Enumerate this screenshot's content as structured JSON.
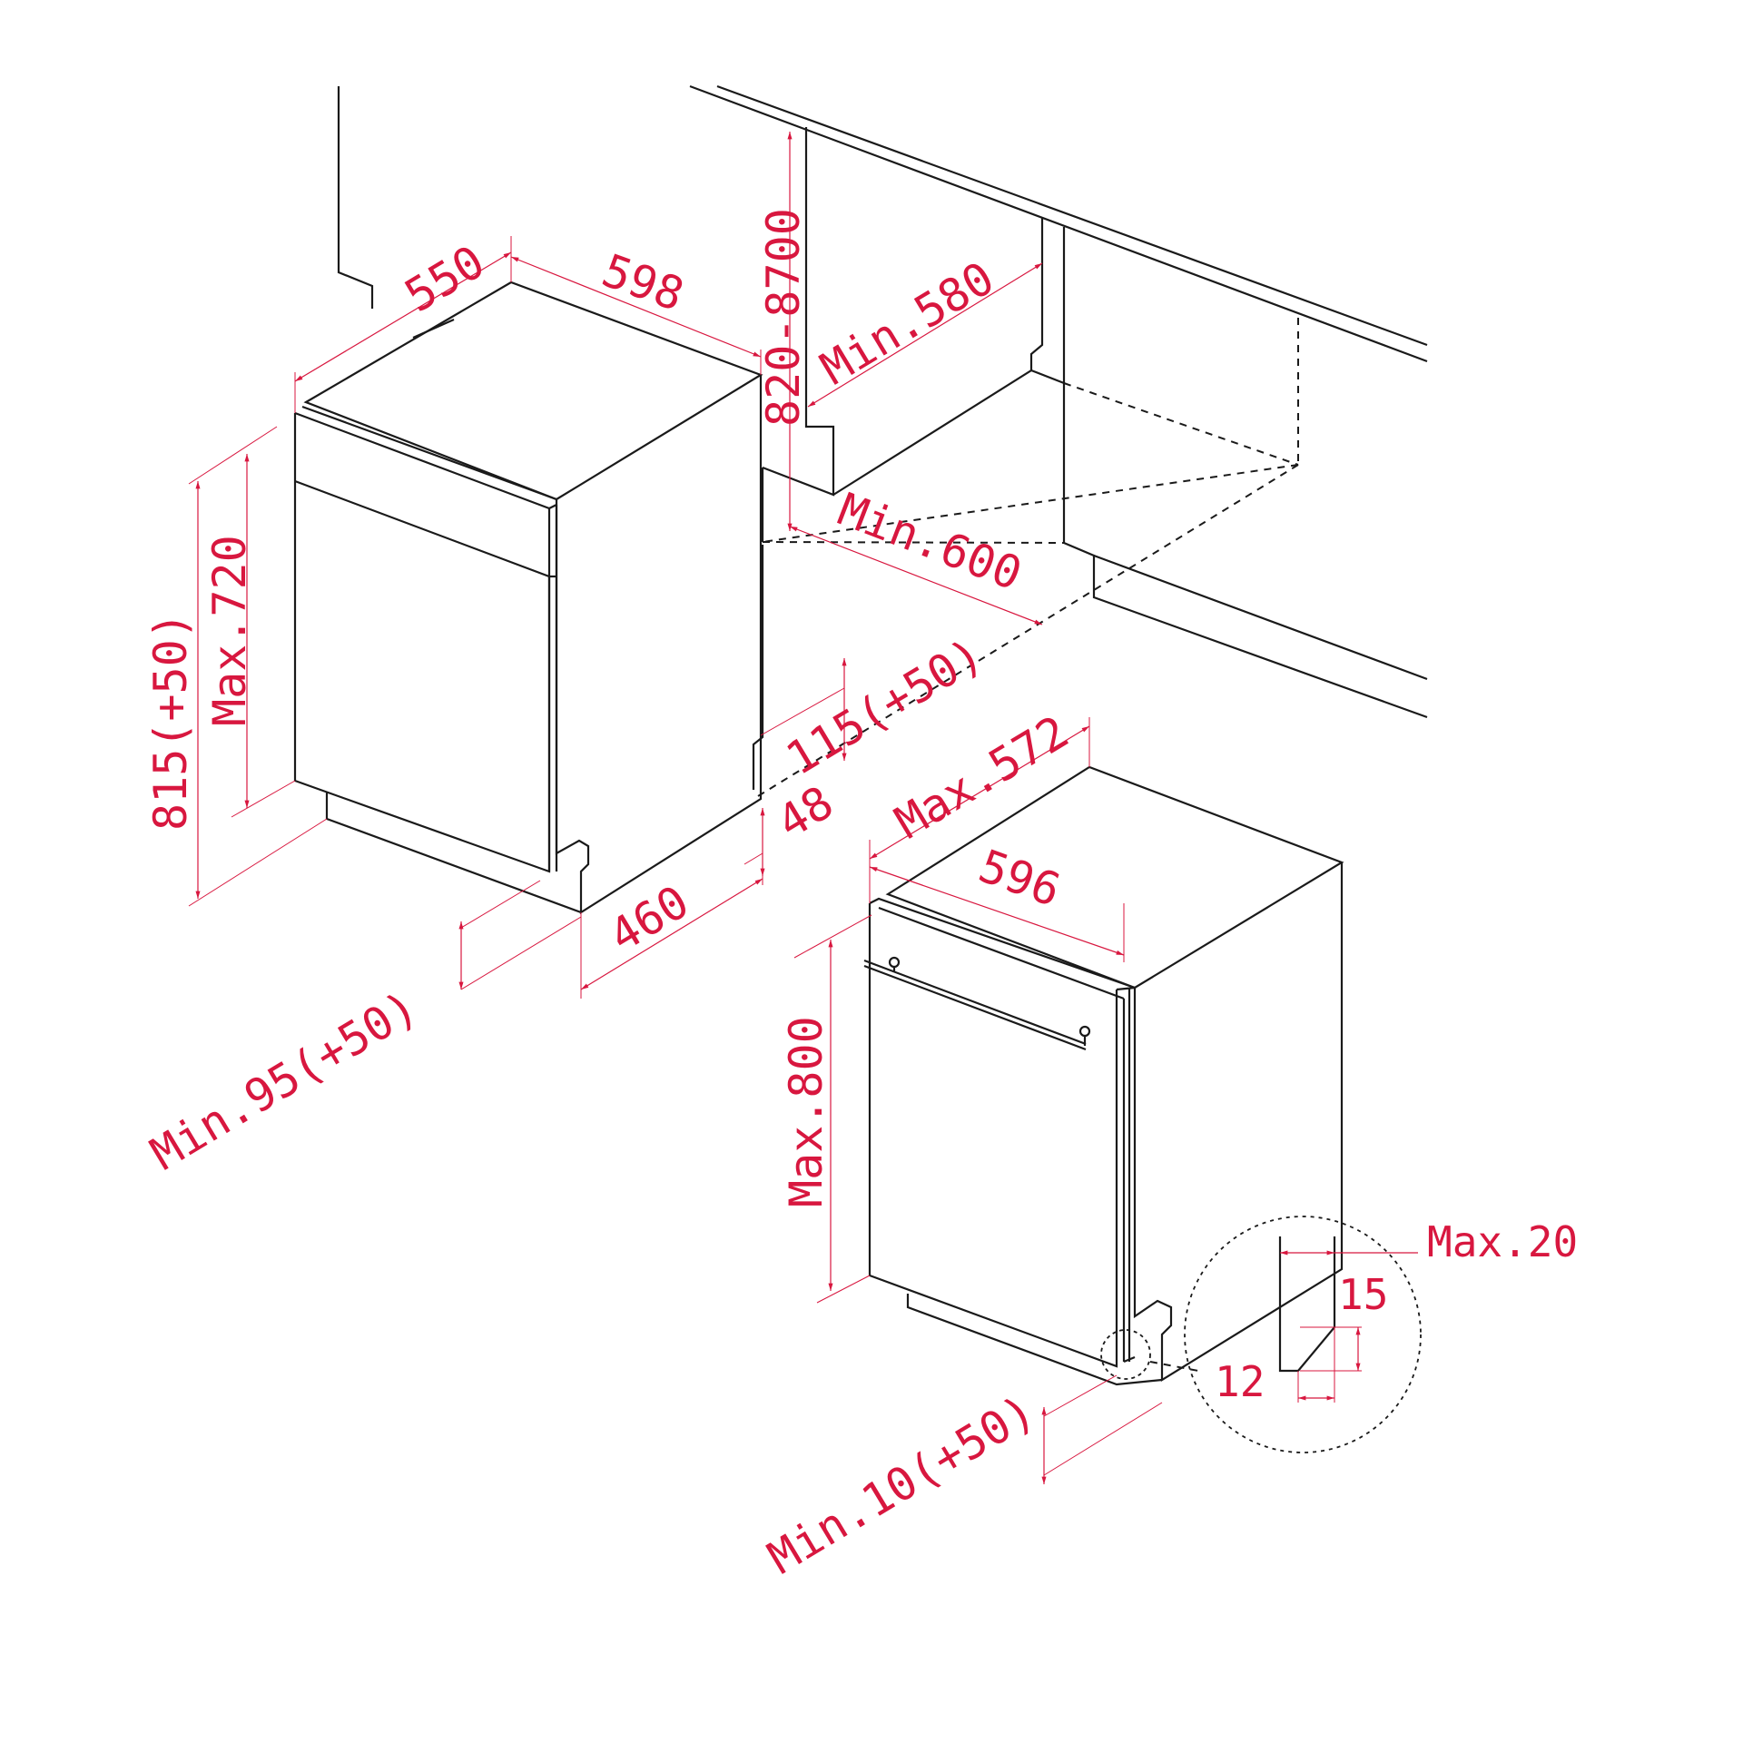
{
  "colors": {
    "line": "#1a1a1a",
    "dimension": "#d8173f",
    "background": "#ffffff"
  },
  "dimensions": {
    "depth_550": "550",
    "width_598": "598",
    "height_820_870": "820-8700",
    "min_580": "Min.580",
    "min_600": "Min.600",
    "height_815": "815(+50)",
    "max_720": "Max.720",
    "plinth_115": "115(+50)",
    "plinth_48": "48",
    "depth_460": "460",
    "min_95": "Min.95(+50)",
    "max_572": "Max.572",
    "width_596": "596",
    "max_800": "Max.800",
    "max_20": "Max.20",
    "detail_15": "15",
    "detail_12": "12",
    "min_10": "Min.10(+50)"
  }
}
